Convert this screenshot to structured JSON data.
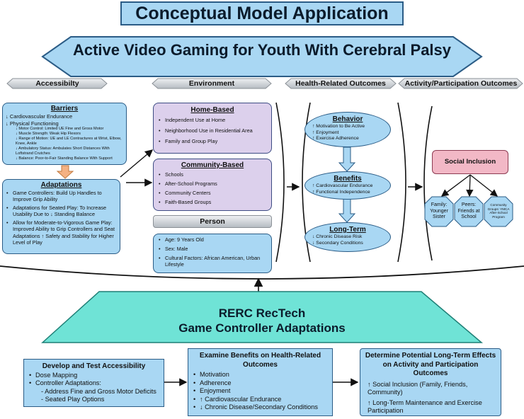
{
  "title": "Conceptual Model Application",
  "banner": "Active Video Gaming for Youth With Cerebral Palsy",
  "column_headers": [
    "Accessibilty",
    "Environment",
    "Health-Related Outcomes",
    "Activity/Participation Outcomes"
  ],
  "barriers": {
    "heading": "Barriers",
    "lines": [
      "↓ Cardiovascular Endurance",
      "↓ Physical Functioning"
    ],
    "sub_items": [
      "↓ Motor Control: Limited UE Fine and Gross Motor",
      "↓ Muscle Strength: Weak Hip Flexors",
      "↓ Range of Motion: UE and LE Contractures at Wrist, Elbow, Knee, Ankle",
      "↓ Ambulatory Status: Ambulates Short Distances With Loftstrand Crutches",
      "↓ Balance: Poor-to-Fair Standing Balance With Support"
    ]
  },
  "adaptations": {
    "heading": "Adaptations",
    "items": [
      "Game Controllers: Build Up Handles to Improve Grip Ability",
      "Adaptations for Seated Play: To Increase Usability Due to ↓ Standing Balance",
      "Allow for Moderate-to-Vigorous Game Play: Improved Ability to Grip Controllers and Seat Adaptations ↑ Safety and Stability for Higher Level of Play"
    ]
  },
  "home_based": {
    "heading": "Home-Based",
    "items": [
      "Independent Use at Home",
      "Neighborhood Use in Residential Area",
      "Family and Group Play"
    ]
  },
  "community_based": {
    "heading": "Community-Based",
    "items": [
      "Schools",
      "After-School Programs",
      "Community Centers",
      "Faith-Based Groups"
    ]
  },
  "person": {
    "heading": "Person",
    "items": [
      "Age: 9 Years Old",
      "Sex: Male",
      "Cultural Factors: African American, Urban Lifestyle"
    ]
  },
  "behavior": {
    "heading": "Behavior",
    "items": [
      "↑ Motivation to Be Active",
      "↑ Enjoyment",
      "↑ Exercise Adherence"
    ]
  },
  "benefits": {
    "heading": "Benefits",
    "items": [
      "↑ Cardiovascular Endurance",
      "↑ Functional Independence"
    ]
  },
  "long_term": {
    "heading": "Long-Term",
    "items": [
      "↓ Chronic Disease Risk",
      "↓ Secondary Conditions"
    ]
  },
  "social_inclusion": {
    "label": "Social Inclusion",
    "groups": [
      "Family: Younger Sister",
      "Peers: Friends at School",
      "Community Groups: YMCA After-School Program"
    ]
  },
  "rerc": {
    "line1": "RERC RecTech",
    "line2": "Game Controller Adaptations"
  },
  "develop": {
    "title": "Develop and Test Accessibility",
    "items": [
      "Dose Mapping",
      "Controller Adaptations:"
    ],
    "sub_items": [
      "- Address Fine and Gross Motor Deficits",
      "- Seated Play Options"
    ]
  },
  "examine": {
    "title": "Examine Benefits on Health-Related Outcomes",
    "items": [
      "Motivation",
      "Adherence",
      "Enjoyment",
      "↑ Cardiovascular Endurance",
      "↓ Chronic Disease/Secondary Conditions"
    ]
  },
  "determine": {
    "title": "Determine Potential Long-Term Effects on Activity and Participation Outcomes",
    "items": [
      "↑ Social Inclusion (Family, Friends, Community)",
      "↑ Long-Term Maintenance and Exercise Participation"
    ]
  },
  "colors": {
    "light_blue": "#a9d7f3",
    "teal": "#6fe3d6",
    "purple": "#dcd0ec",
    "pink": "#f2b8c6",
    "orange_arrow": "#f4b183",
    "header_gray": "#cfd3d6"
  }
}
